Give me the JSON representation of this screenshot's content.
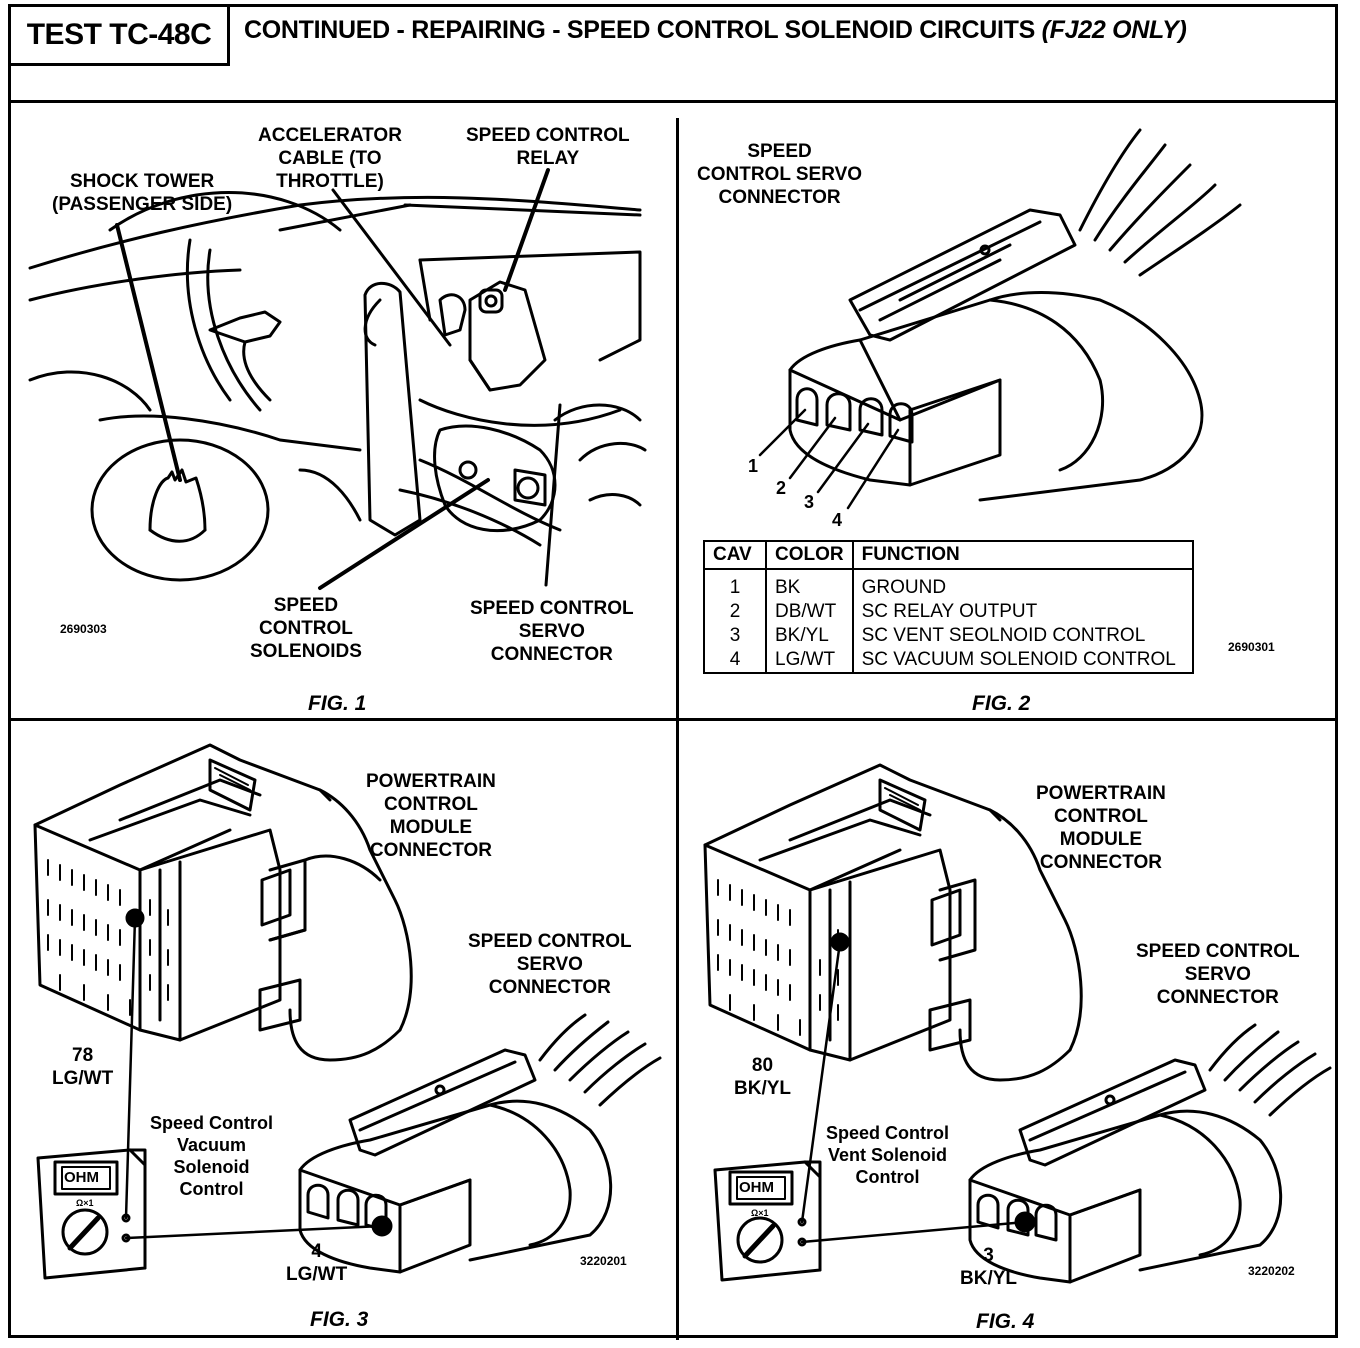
{
  "header": {
    "test_id": "TEST TC-48C",
    "title": "CONTINUED -  REPAIRING - SPEED CONTROL SOLENOID CIRCUITS",
    "title_suffix": "(FJ22 ONLY)"
  },
  "fig1": {
    "caption": "FIG. 1",
    "id": "2690303",
    "labels": {
      "shock_tower": "SHOCK TOWER\n(PASSENGER SIDE)",
      "accel_cable": "ACCELERATOR\nCABLE (TO\nTHROTTLE)",
      "relay": "SPEED CONTROL\nRELAY",
      "solenoids": "SPEED\nCONTROL\nSOLENOIDS",
      "servo_connector": "SPEED CONTROL\nSERVO\nCONNECTOR"
    }
  },
  "fig2": {
    "caption": "FIG. 2",
    "id": "2690301",
    "label": "SPEED\nCONTROL SERVO\nCONNECTOR",
    "pins": [
      "1",
      "2",
      "3",
      "4"
    ],
    "table": {
      "headers": [
        "CAV",
        "COLOR",
        "FUNCTION"
      ],
      "rows": [
        {
          "cav": "1",
          "color": "BK",
          "function": "GROUND"
        },
        {
          "cav": "2",
          "color": "DB/WT",
          "function": "SC RELAY OUTPUT"
        },
        {
          "cav": "3",
          "color": "BK/YL",
          "function": "SC VENT SEOLNOID CONTROL"
        },
        {
          "cav": "4",
          "color": "LG/WT",
          "function": "SC VACUUM SOLENOID CONTROL"
        }
      ]
    }
  },
  "fig3": {
    "caption": "FIG. 3",
    "id": "3220201",
    "pcm_label": "POWERTRAIN\nCONTROL\nMODULE\nCONNECTOR",
    "servo_label": "SPEED CONTROL\nSERVO\nCONNECTOR",
    "pcm_pin": "78\nLG/WT",
    "servo_pin": "4\nLG/WT",
    "meter_label": "Speed Control\nVacuum\nSolenoid\nControl",
    "meter_display": "OHM",
    "meter_range": "Ω×1"
  },
  "fig4": {
    "caption": "FIG. 4",
    "id": "3220202",
    "pcm_label": "POWERTRAIN\nCONTROL\nMODULE\nCONNECTOR",
    "servo_label": "SPEED CONTROL\nSERVO\nCONNECTOR",
    "pcm_pin": "80\nBK/YL",
    "servo_pin": "3\nBK/YL",
    "meter_label": "Speed Control\nVent Solenoid\nControl",
    "meter_display": "OHM",
    "meter_range": "Ω×1"
  }
}
